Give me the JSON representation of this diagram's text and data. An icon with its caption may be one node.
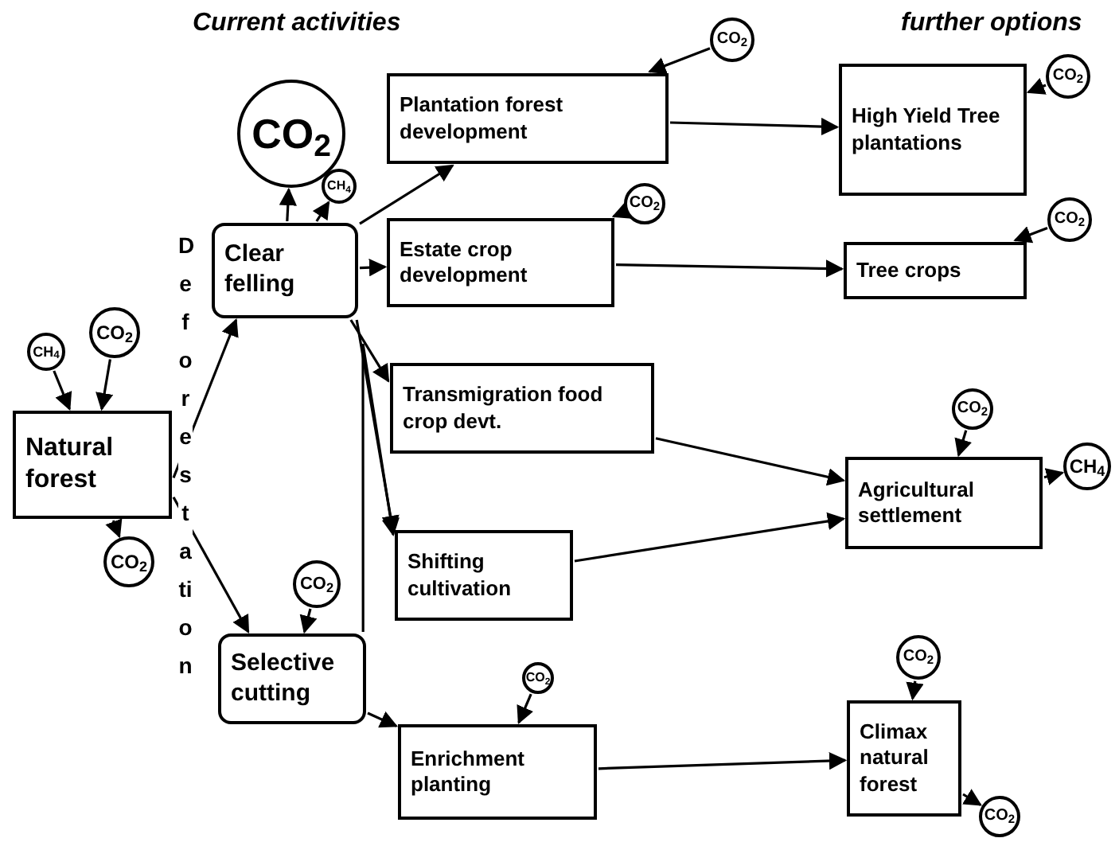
{
  "diagram": {
    "nodes": [
      {
        "text": [
          "Natural forest"
        ]
      },
      {
        "text": [
          "Clear felling"
        ]
      },
      {
        "text": [
          "Selective cutting"
        ]
      },
      {
        "text": [
          "Plantation forest development"
        ]
      },
      {
        "text": [
          "Estate crop development"
        ]
      },
      {
        "text": [
          "Transmigration food crop devt."
        ]
      },
      {
        "text": [
          "Shifting cultivation"
        ]
      },
      {
        "text": [
          "Enrichment planting"
        ]
      },
      {
        "text": [
          "High Yield Tree plantations"
        ]
      },
      {
        "text": [
          "Tree crops"
        ]
      },
      {
        "text": [
          "Agricultural settlement"
        ]
      },
      {
        "text": [
          "Climax natural forest"
        ]
      },
      {
        "text": [
          "CO$_{2}$"
        ]
      },
      {
        "text": [
          "CH$_{4}$"
        ]
      },
      {
        "text": [
          "CO$_{2}$"
        ]
      },
      {
        "text": [
          "CO$_{2}$"
        ]
      },
      {
        "text": [
          "CO$_{2}$"
        ]
      },
      {
        "text": [
          "CO$_{2}$"
        ]
      },
      {
        "text": [
          "CH$_{4}$"
        ]
      },
      {
        "text": [
          "CO$_{2}$"
        ]
      },
      {
        "text": [
          "CO$_{2}$"
        ]
      },
      {
        "text": [
          "CO$_{2}$"
        ]
      },
      {
        "text": [
          "CO$_{2}$"
        ]
      },
      {
        "text": [
          "CH$_{4}$"
        ]
      },
      {
        "text": [
          "CO$_{2}$"
        ]
      },
      {
        "text": [
          "CO$_{2}$"
        ]
      },
      {
        "text": [
          "CO$_{2}$"
        ]
      }
    ],
    "edges": [
      {
        "from": 0,
        "to": 1,
        "arrow": "to"
      },
      {
        "from": 0,
        "to": 2,
        "arrow": "to"
      },
      {
        "from": 1,
        "to": 3,
        "arrow": "to"
      },
      {
        "from": 1,
        "to": 4,
        "arrow": "to"
      },
      {
        "from": 1,
        "to": 5,
        "arrow": "to"
      },
      {
        "from": 1,
        "to": 6,
        "arrow": "to"
      },
      {
        "from": 2,
        "to": 6,
        "arrow": "to"
      },
      {
        "from": 2,
        "to": 7,
        "arrow": "to"
      },
      {
        "from": 3,
        "to": 8,
        "arrow": "to"
      },
      {
        "from": 4,
        "to": 9,
        "arrow": "to"
      },
      {
        "from": 5,
        "to": 10,
        "arrow": "to"
      },
      {
        "from": 6,
        "to": 10,
        "arrow": "to"
      },
      {
        "from": 7,
        "to": 11,
        "arrow": "to"
      },
      {
        "from": 1,
        "to": 12,
        "arrow": "to"
      },
      {
        "from": 1,
        "to": 13,
        "arrow": "to"
      },
      {
        "from": 14,
        "to": 3,
        "arrow": "to"
      },
      {
        "from": 15,
        "to": 4,
        "arrow": "to"
      },
      {
        "from": 16,
        "to": 8,
        "arrow": "to"
      },
      {
        "from": 17,
        "to": 9,
        "arrow": "to"
      },
      {
        "from": 18,
        "to": 0,
        "arrow": "to"
      },
      {
        "from": 19,
        "to": 0,
        "arrow": "to"
      },
      {
        "from": 0,
        "to": 20,
        "arrow": "to"
      },
      {
        "from": 21,
        "to": 2,
        "arrow": "to"
      },
      {
        "from": 22,
        "to": 10,
        "arrow": "to"
      },
      {
        "from": 10,
        "to": 23,
        "arrow": "to"
      },
      {
        "from": 24,
        "to": 7,
        "arrow": "to"
      },
      {
        "from": 25,
        "to": 11,
        "arrow": "to"
      },
      {
        "from": 11,
        "to": 26,
        "arrow": "to"
      }
    ],
    "labels": [
      "Current activities",
      "further options",
      "Deforestation"
    ]
  }
}
